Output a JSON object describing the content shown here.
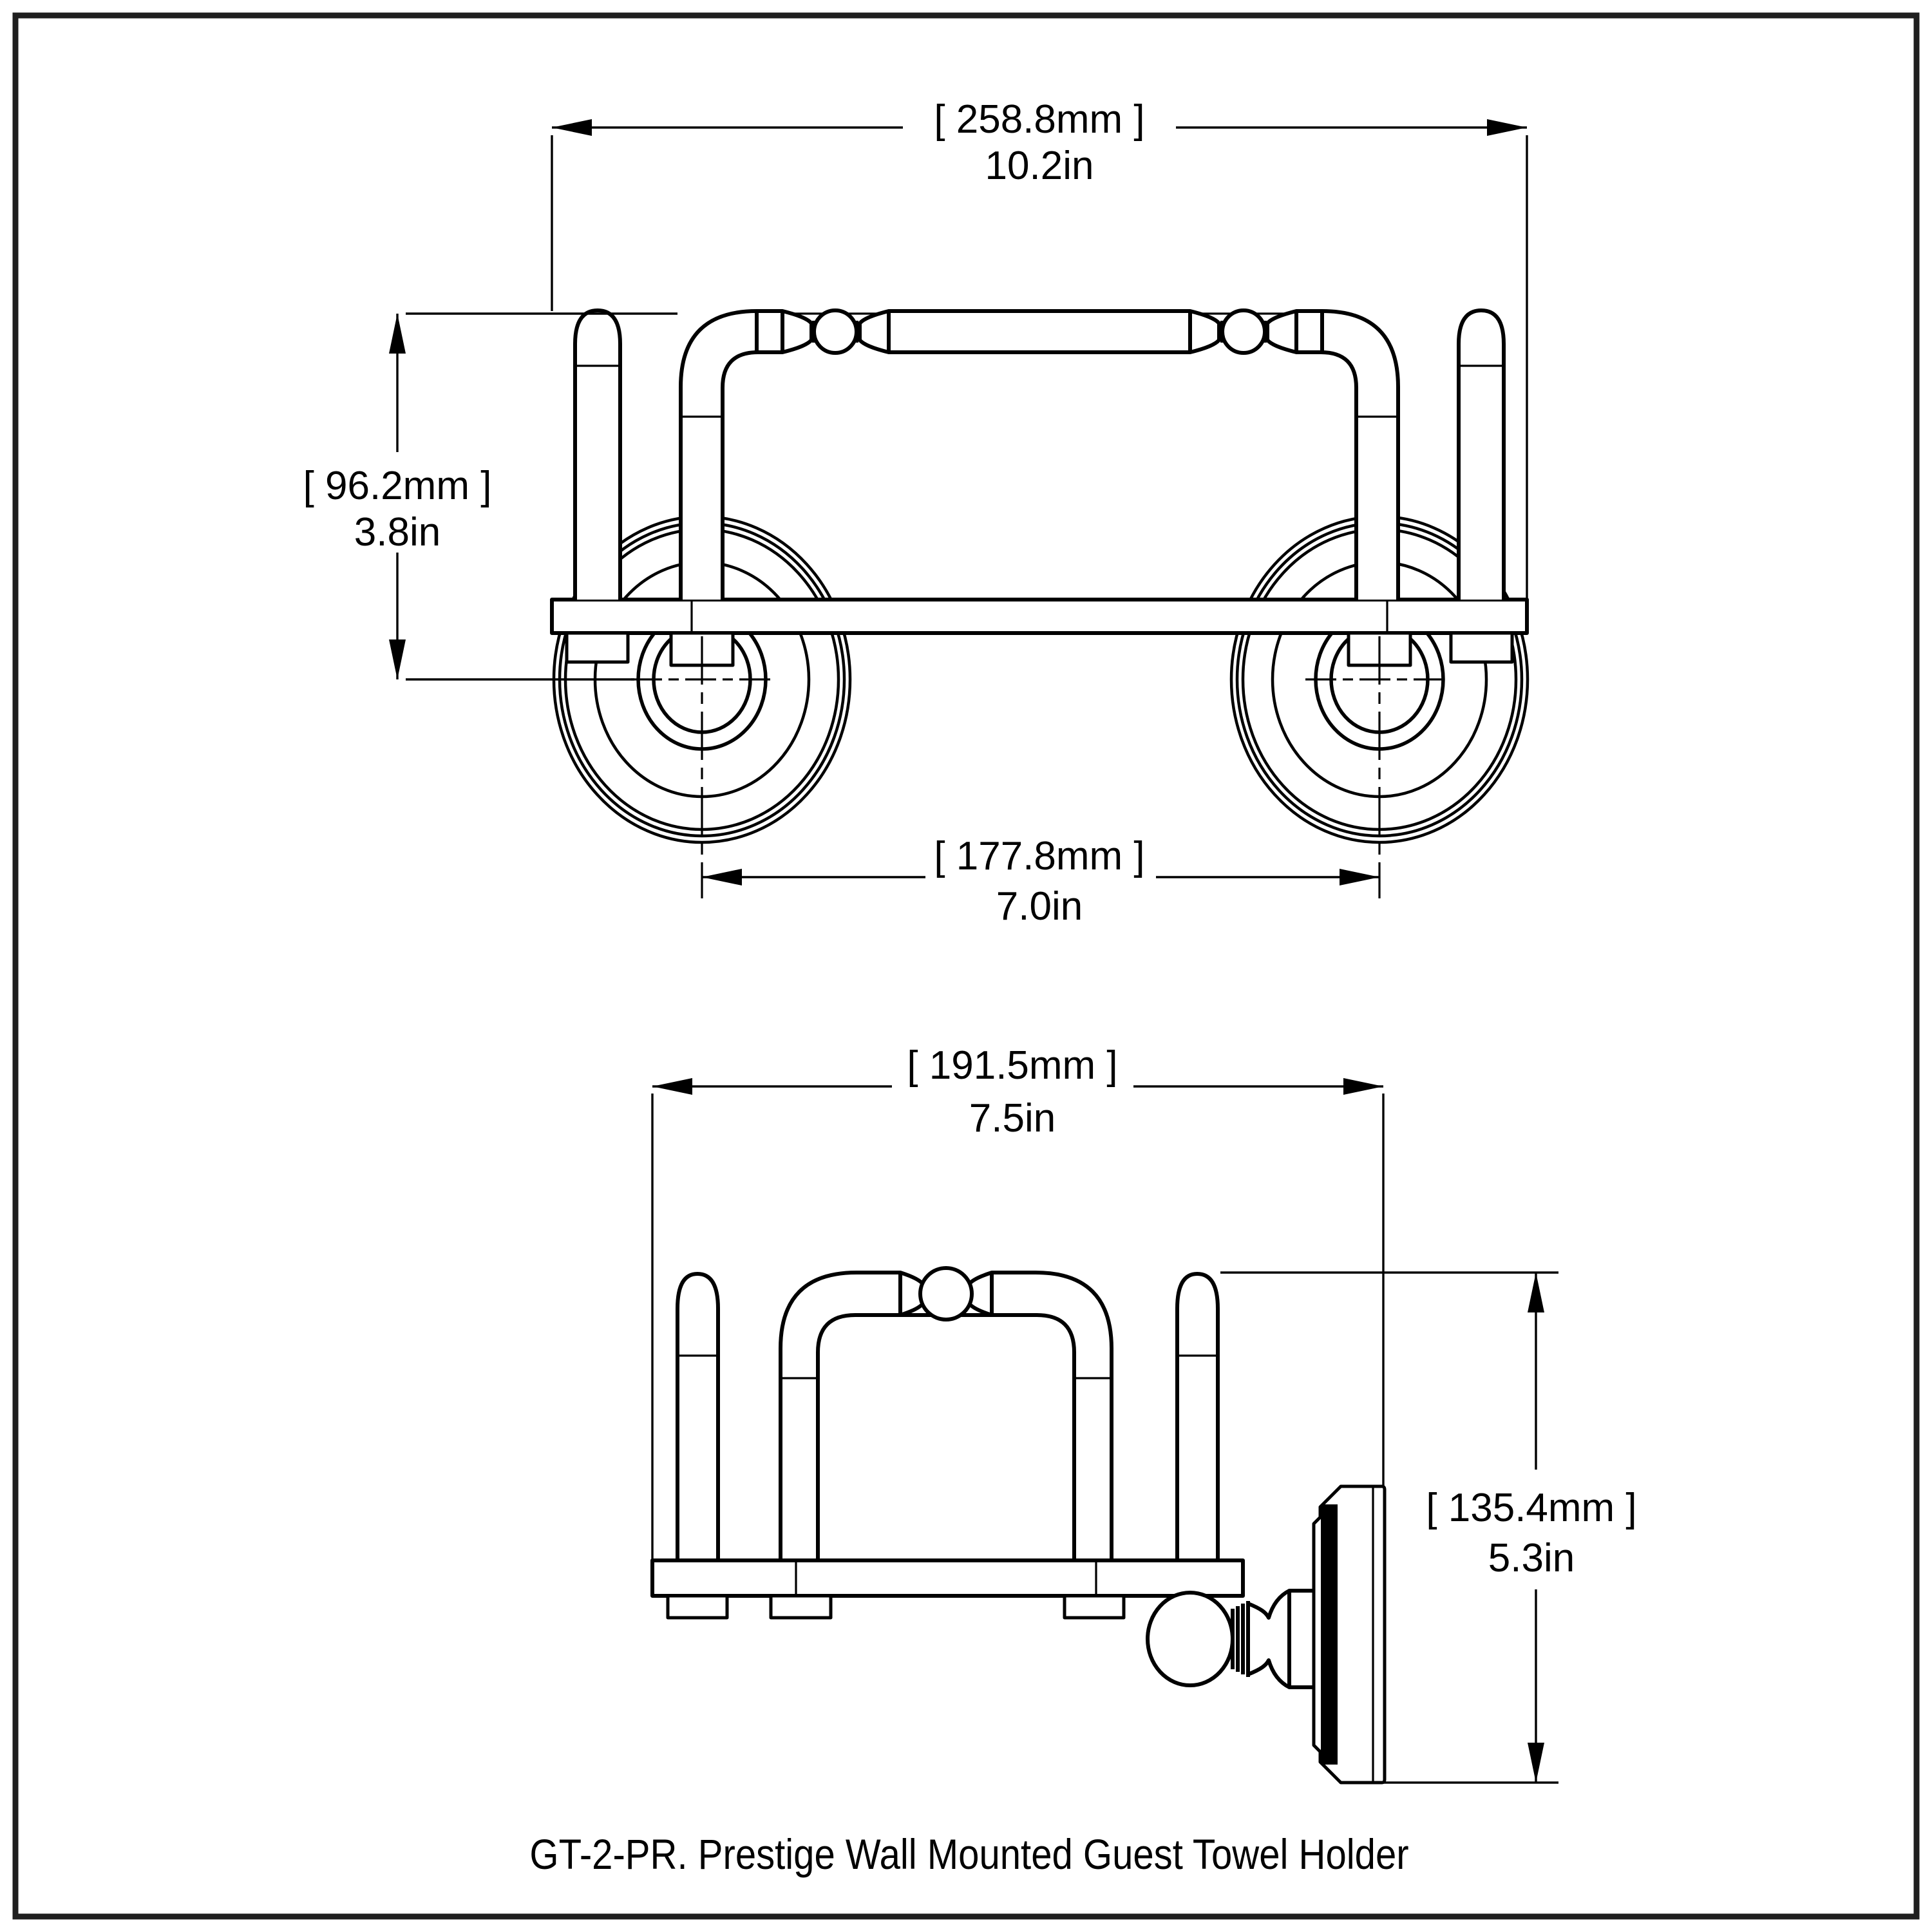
{
  "page": {
    "background": "#ffffff",
    "line_color": "#000000",
    "border_color": "#1f1f1f"
  },
  "caption": "GT-2-PR. Prestige Wall Mounted Guest Towel Holder",
  "dimensions": {
    "front_overall_width": {
      "mm": "[ 258.8mm ]",
      "inch": "10.2in"
    },
    "front_height_to_mount": {
      "mm": "[ 96.2mm ]",
      "inch": "3.8in"
    },
    "front_mount_center_spacing": {
      "mm": "[ 177.8mm ]",
      "inch": "7.0in"
    },
    "side_overall_depth": {
      "mm": "[ 191.5mm ]",
      "inch": "7.5in"
    },
    "side_backplate_height": {
      "mm": "[ 135.4mm ]",
      "inch": "5.3in"
    }
  }
}
